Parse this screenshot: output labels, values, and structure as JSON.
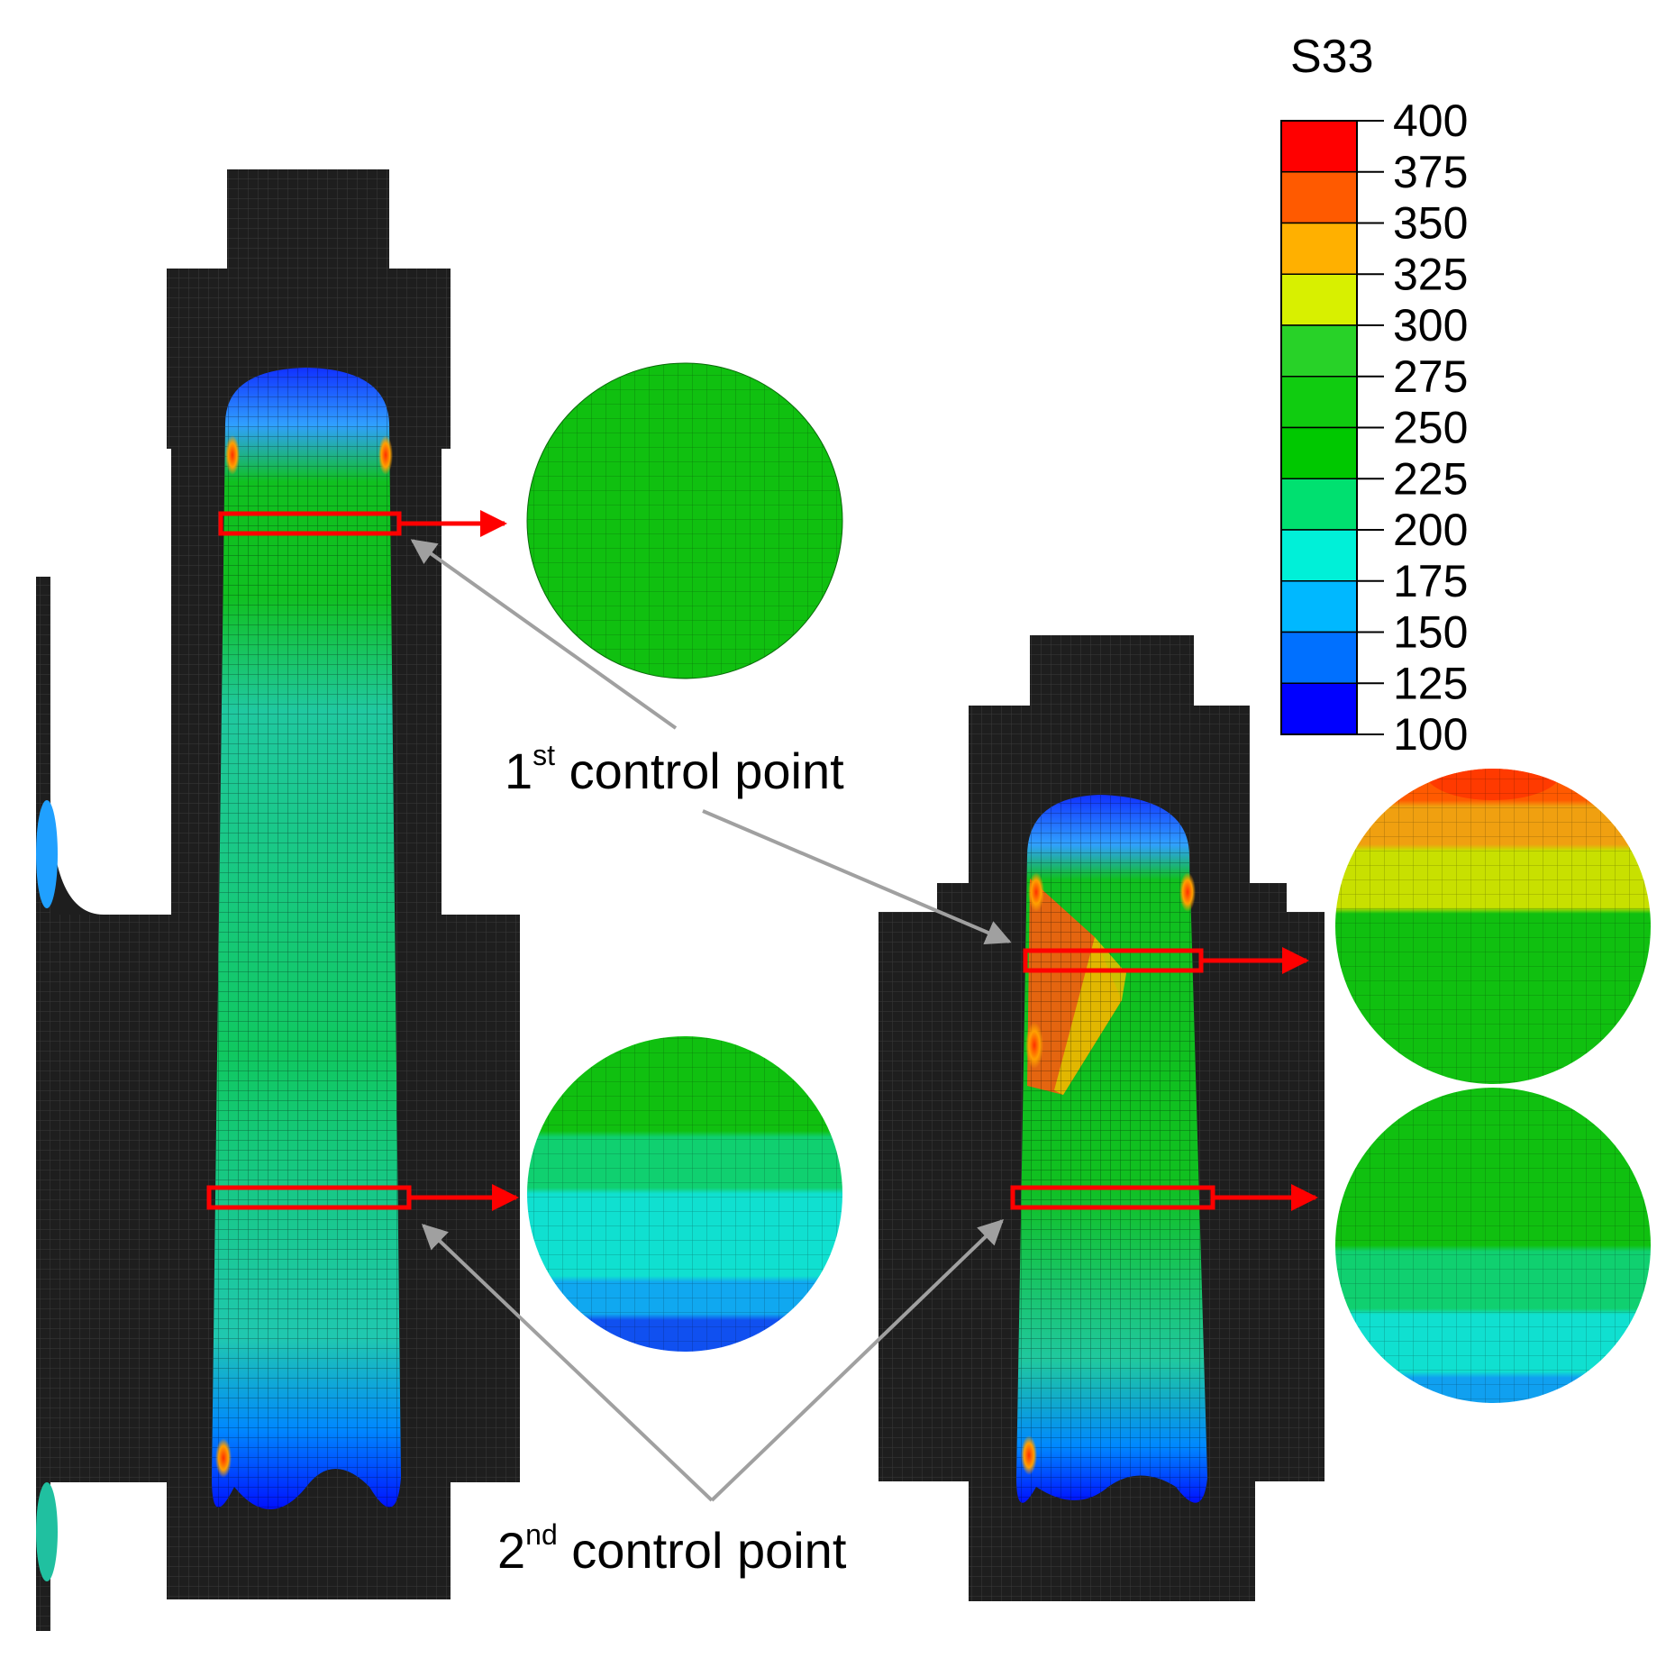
{
  "legend": {
    "title": "S33",
    "ticks": [
      "400",
      "375",
      "350",
      "325",
      "300",
      "275",
      "250",
      "225",
      "200",
      "175",
      "150",
      "125",
      "100"
    ],
    "band_colors": [
      "#ff0000",
      "#ff5a00",
      "#ffb000",
      "#d8f000",
      "#28d228",
      "#10cc10",
      "#00c800",
      "#00e070",
      "#00f0d8",
      "#00b8ff",
      "#0070ff",
      "#0000ff"
    ]
  },
  "labels": {
    "first": {
      "number": "1",
      "sup": "st",
      "text": " control point"
    },
    "second": {
      "number": "2",
      "sup": "nd",
      "text": " control point"
    }
  },
  "colors": {
    "mesh": "#1a1a1a",
    "section_marker": "#ff0000",
    "leader": "#a0a0a0"
  }
}
